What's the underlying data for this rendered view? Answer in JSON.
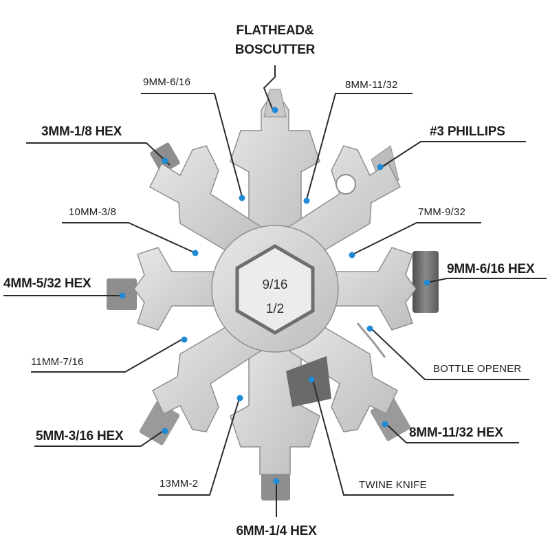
{
  "center": {
    "line1": "9/16",
    "line2": "1/2"
  },
  "labels": {
    "flathead_line1": "FLATHEAD&",
    "flathead_line2": "BOSCUTTER",
    "l_9mm_616": "9MM-6/16",
    "l_8mm_1132": "8MM-11/32",
    "l_3mm_hex": "3MM-1/8 HEX",
    "l_phillips": "#3 PHILLIPS",
    "l_10mm": "10MM-3/8",
    "l_7mm": "7MM-9/32",
    "l_4mm_hex": "4MM-5/32 HEX",
    "l_9mm_hex": "9MM-6/16 HEX",
    "l_11mm": "11MM-7/16",
    "l_bottle": "BOTTLE OPENER",
    "l_5mm_hex": "5MM-3/16 HEX",
    "l_8mm_hex": "8MM-11/32 HEX",
    "l_13mm": "13MM-2",
    "l_twine": "TWINE KNIFE",
    "l_6mm_hex": "6MM-1/4 HEX"
  },
  "colors": {
    "steel_light": "#d9d9d9",
    "steel_mid": "#c4c4c4",
    "steel_edge": "#8f8f8f",
    "socket_dark": "#5a5a5a",
    "leader_line": "#2a2a2a",
    "marker_dot": "#1f8ad6"
  }
}
